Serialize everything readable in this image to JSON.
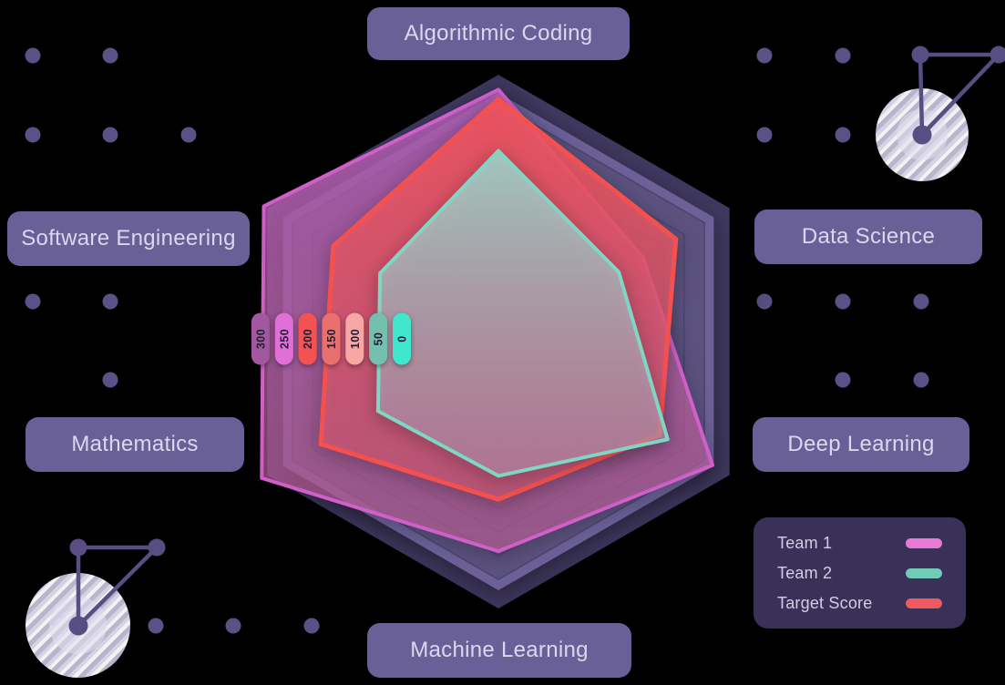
{
  "axes": {
    "top": "Algorithmic Coding",
    "upper_right": "Data Science",
    "lower_right": "Deep Learning",
    "bottom": "Machine Learning",
    "lower_left": "Mathematics",
    "upper_left": "Software Engineering"
  },
  "legend": {
    "items": [
      {
        "label": "Team 1",
        "color": "#ea79d4"
      },
      {
        "label": "Team 2",
        "color": "#72cbb7"
      },
      {
        "label": "Target Score",
        "color": "#ee5a5f"
      }
    ]
  },
  "chart_data": {
    "type": "radar",
    "categories": [
      "Algorithmic Coding",
      "Data Science",
      "Deep Learning",
      "Machine Learning",
      "Mathematics",
      "Software Engineering"
    ],
    "series": [
      {
        "name": "Team 1",
        "stroke": "#d05fc9",
        "fill_top": "#bb61be",
        "fill_bottom": "#d067a0",
        "opacity_top": 0.78,
        "opacity_bottom": 0.58,
        "values": [
          330,
          150,
          320,
          240,
          375,
          370
        ]
      },
      {
        "name": "Team 2",
        "stroke": "#7fd6c2",
        "fill_top": "#9ed5c9",
        "fill_bottom": "#c3a3c2",
        "opacity_top": 0.9,
        "opacity_bottom": 0.5,
        "values": [
          200,
          90,
          210,
          80,
          90,
          85
        ]
      },
      {
        "name": "Target Score",
        "stroke": "#f4504e",
        "fill_top": "#f6545a",
        "fill_bottom": "#e05f7e",
        "opacity_top": 0.9,
        "opacity_bottom": 0.6,
        "values": [
          310,
          230,
          190,
          130,
          230,
          200
        ]
      }
    ],
    "radial_ticks": [
      {
        "value": "300",
        "color": "#a2589f"
      },
      {
        "value": "250",
        "color": "#e06fd8"
      },
      {
        "value": "200",
        "color": "#f25352"
      },
      {
        "value": "150",
        "color": "#e8716f"
      },
      {
        "value": "100",
        "color": "#f8a8a4"
      },
      {
        "value": "50",
        "color": "#74bfae"
      },
      {
        "value": "0",
        "color": "#3fe8cd"
      }
    ],
    "rmin": 0,
    "rmax": 300,
    "grid": "hexagonal rings every 50",
    "legend_position": "bottom-right"
  },
  "colors": {
    "background": "#000000",
    "label_pill_bg": "#6a6098",
    "label_text": "#dcd7ee",
    "legend_bg": "#3a3159",
    "legend_text": "#d3cde6",
    "hex_outer": "#413961",
    "hex_mid": "#6b6197",
    "hex_inner": "#5b527f",
    "ring_stroke": "#2c2448",
    "tick_text": "#241d36",
    "grid_dot": "#5b5187",
    "deco_line": "#584e83"
  }
}
